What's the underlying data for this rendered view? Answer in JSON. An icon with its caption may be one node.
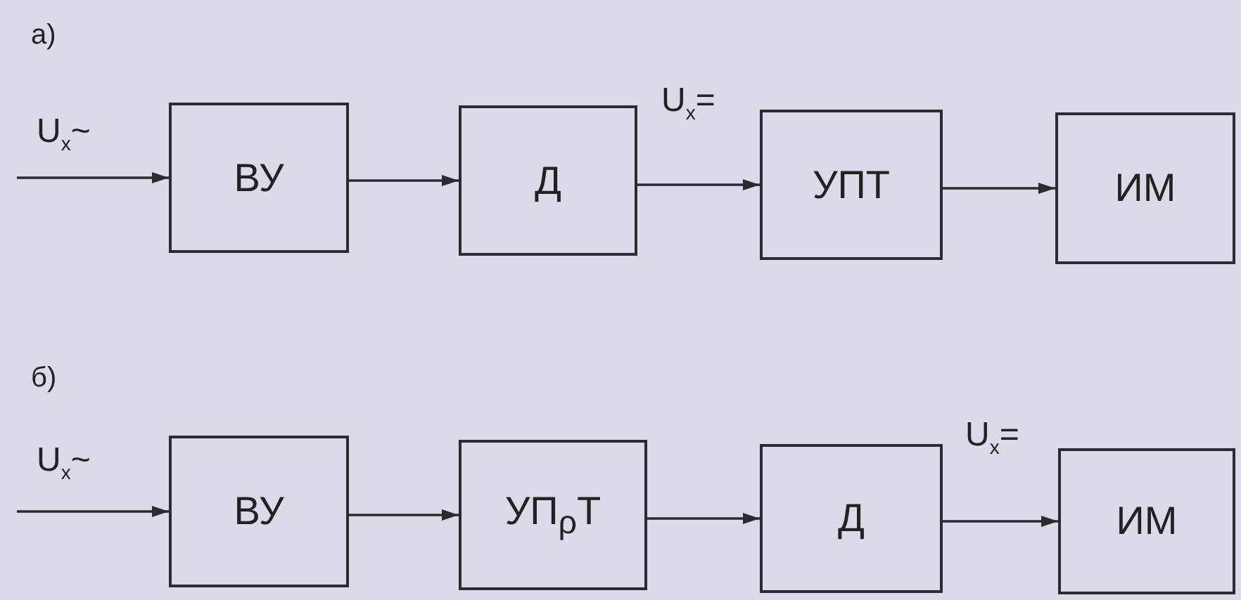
{
  "diagram": {
    "nodes": [
      {
        "text": [
          "ВУ"
        ]
      },
      {
        "text": [
          "Д"
        ]
      },
      {
        "text": [
          "УПТ"
        ]
      },
      {
        "text": [
          "ИМ"
        ]
      },
      {
        "text": [
          "ВУ"
        ]
      },
      {
        "text": [
          "УП$_{ρ}$Т"
        ]
      },
      {
        "text": [
          "Д"
        ]
      },
      {
        "text": [
          "ИМ"
        ]
      }
    ],
    "edges": [
      {
        "from": null,
        "to": 0,
        "arrow": "to",
        "label": "U$_{x}$~"
      },
      {
        "from": 0,
        "to": 1,
        "arrow": "to"
      },
      {
        "from": 1,
        "to": 2,
        "arrow": "to",
        "label": "U$_{x}$="
      },
      {
        "from": 2,
        "to": 3,
        "arrow": "to"
      },
      {
        "from": null,
        "to": 4,
        "arrow": "to",
        "label": "U$_{x}$~"
      },
      {
        "from": 4,
        "to": 5,
        "arrow": "to"
      },
      {
        "from": 5,
        "to": 6,
        "arrow": "to"
      },
      {
        "from": 6,
        "to": 7,
        "arrow": "to",
        "label": "U$_{x}$="
      }
    ],
    "labels": [
      "а)",
      "б)"
    ]
  }
}
